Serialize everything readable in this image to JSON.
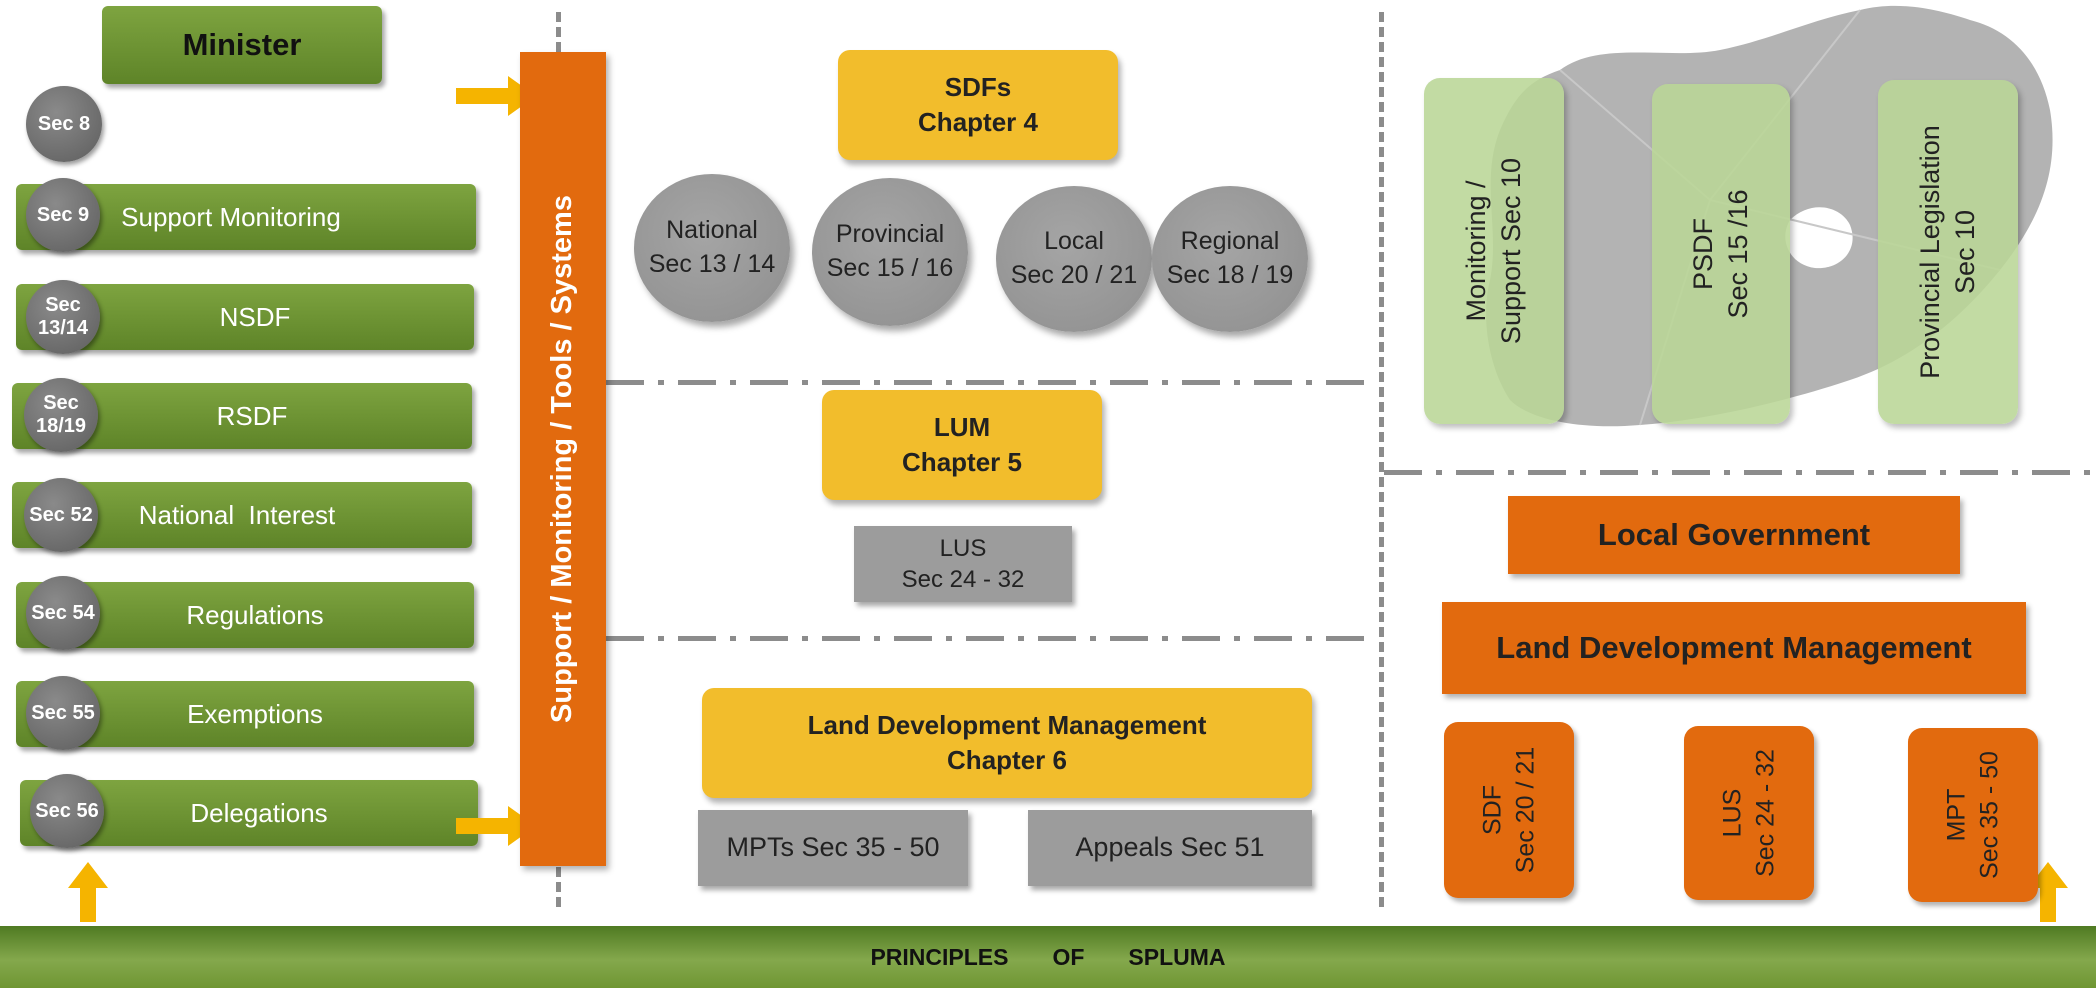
{
  "minister": "Minister",
  "sec8": "Sec 8",
  "left_rows": [
    {
      "sec": "Sec 9",
      "label": "Support Monitoring"
    },
    {
      "sec": "Sec 13/14",
      "label": "NSDF"
    },
    {
      "sec": "Sec 18/19",
      "label": "RSDF"
    },
    {
      "sec": "Sec 52",
      "label": "National  Interest"
    },
    {
      "sec": "Sec 54",
      "label": "Regulations"
    },
    {
      "sec": "Sec 55",
      "label": "Exemptions"
    },
    {
      "sec": "Sec 56",
      "label": "Delegations"
    }
  ],
  "vertical_bar": "Support / Monitoring / Tools / Systems",
  "sdfs": {
    "line1": "SDFs",
    "line2": "Chapter 4"
  },
  "circles": [
    {
      "line1": "National",
      "line2": "Sec 13 / 14"
    },
    {
      "line1": "Provincial",
      "line2": "Sec 15 / 16"
    },
    {
      "line1": "Local",
      "line2": "Sec 20 / 21"
    },
    {
      "line1": "Regional",
      "line2": "Sec 18 / 19"
    }
  ],
  "lum": {
    "line1": "LUM",
    "line2": "Chapter 5"
  },
  "lus": {
    "line1": "LUS",
    "line2": "Sec 24 - 32"
  },
  "ldm_ch6": {
    "line1": "Land Development Management",
    "line2": "Chapter 6"
  },
  "mpts": "MPTs Sec 35 - 50",
  "appeals": "Appeals Sec 51",
  "province_boxes": [
    {
      "line1": "Monitoring /",
      "line2": "Support Sec 10"
    },
    {
      "line1": "PSDF",
      "line2": "Sec 15 /16"
    },
    {
      "line1": "Provincial Legislation",
      "line2": "Sec 10"
    }
  ],
  "local_government": "Local Government",
  "land_dev_mgmt": "Land Development Management",
  "local_pills": [
    {
      "line1": "SDF",
      "line2": "Sec 20 / 21"
    },
    {
      "line1": "LUS",
      "line2": "Sec 24 - 32"
    },
    {
      "line1": "MPT",
      "line2": "Sec 35 - 50"
    }
  ],
  "footer": {
    "w1": "PRINCIPLES",
    "w2": "OF",
    "w3": "SPLUMA"
  },
  "colors": {
    "green": "#6f9633",
    "orange": "#e26a0e",
    "yellow": "#f2bd2c",
    "gray": "#9c9c9c",
    "light_green": "#bad696",
    "arrow": "#f5b400"
  }
}
